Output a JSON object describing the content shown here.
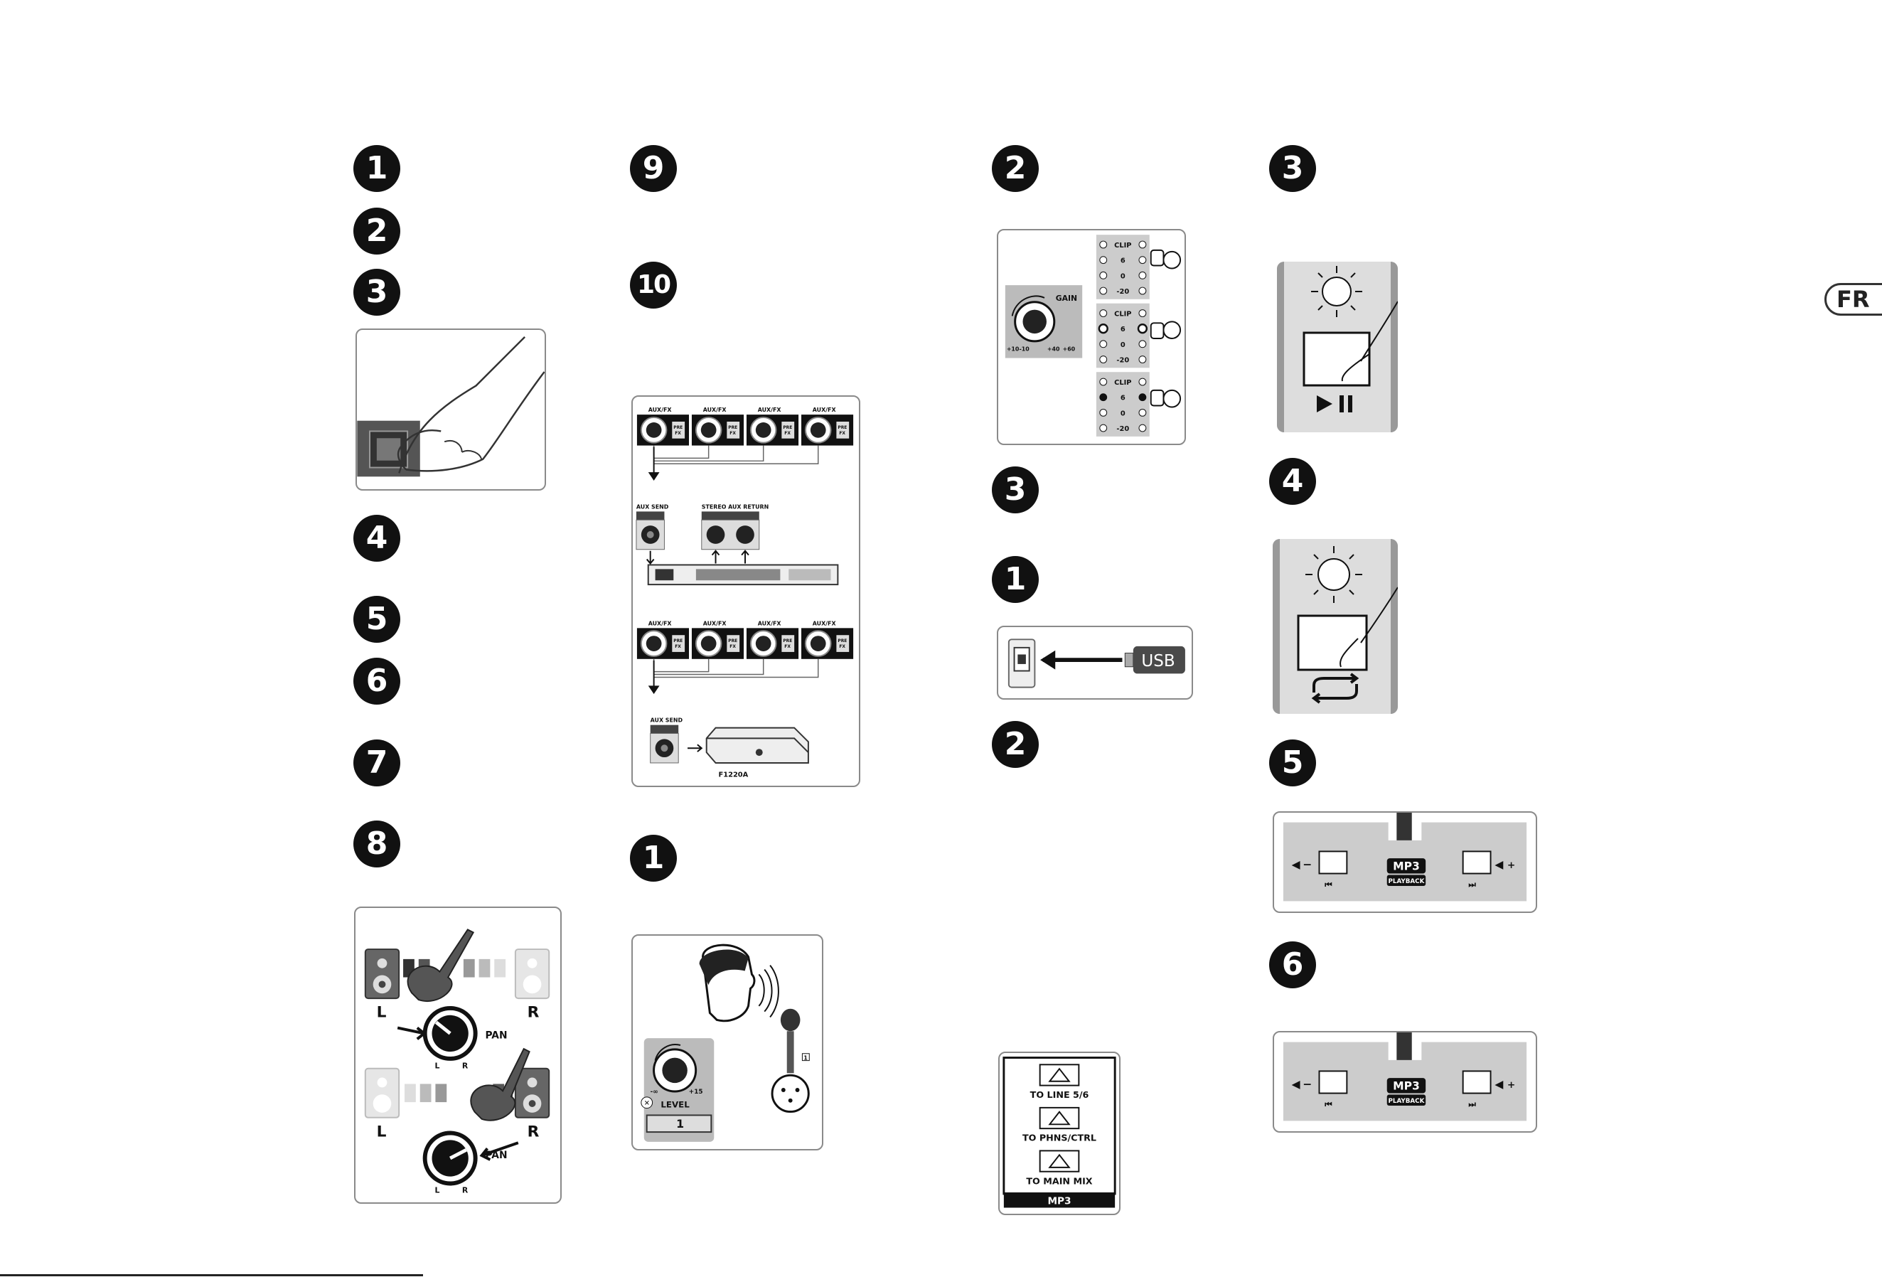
{
  "language_tab": "FR",
  "steps": {
    "c1": [
      "1",
      "2",
      "3",
      "4",
      "5",
      "6",
      "7",
      "8"
    ],
    "c2": [
      "9",
      "10",
      "1"
    ],
    "c3": [
      "2",
      "3",
      "1",
      "2"
    ],
    "c4": [
      "3",
      "4",
      "5",
      "6"
    ]
  },
  "diagrams": {
    "pan": {
      "left": "L",
      "right": "R",
      "knob": "PAN",
      "knob_left": "L",
      "knob_right": "R"
    },
    "aux": {
      "aux_fx": "AUX/FX",
      "pre": "PRE\nFX",
      "aux_send": "AUX SEND",
      "stereo_aux_return": "STEREO AUX RETURN",
      "model": "F1220A"
    },
    "level": {
      "knob_min": "-∞",
      "knob_max": "+15",
      "label": "LEVEL",
      "channel": "1",
      "mic_channel": "1"
    },
    "gain": {
      "label": "GAIN",
      "scale": [
        "+10",
        "-10",
        "+40",
        "+60"
      ],
      "meter": [
        "CLIP",
        "6",
        "0",
        "-20"
      ]
    },
    "usb": {
      "label": "USB"
    },
    "mp3_playback": {
      "line1": "MP3",
      "line2": "PLAYBACK"
    },
    "routing": {
      "items": [
        "TO LINE 5/6",
        "TO PHNS/CTRL",
        "TO MAIN MIX"
      ],
      "footer": "MP3"
    }
  }
}
